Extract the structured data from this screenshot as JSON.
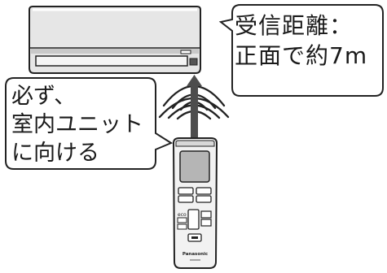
{
  "callout_range": {
    "line1": "受信距離：",
    "line2": "正面で約7m"
  },
  "callout_instruction": {
    "line1": "必ず、",
    "line2": "室内ユニット",
    "line3": "に向ける"
  },
  "remote": {
    "eco_label": "eco",
    "brand": "Panasonic"
  },
  "colors": {
    "outline": "#222222",
    "unit_fill": "#e6e6e6",
    "unit_shadow": "#bdbdbd",
    "arrow": "#4d4d4d",
    "remote_fill": "#f2f2f2",
    "screen_fill": "#b5b5b5"
  }
}
